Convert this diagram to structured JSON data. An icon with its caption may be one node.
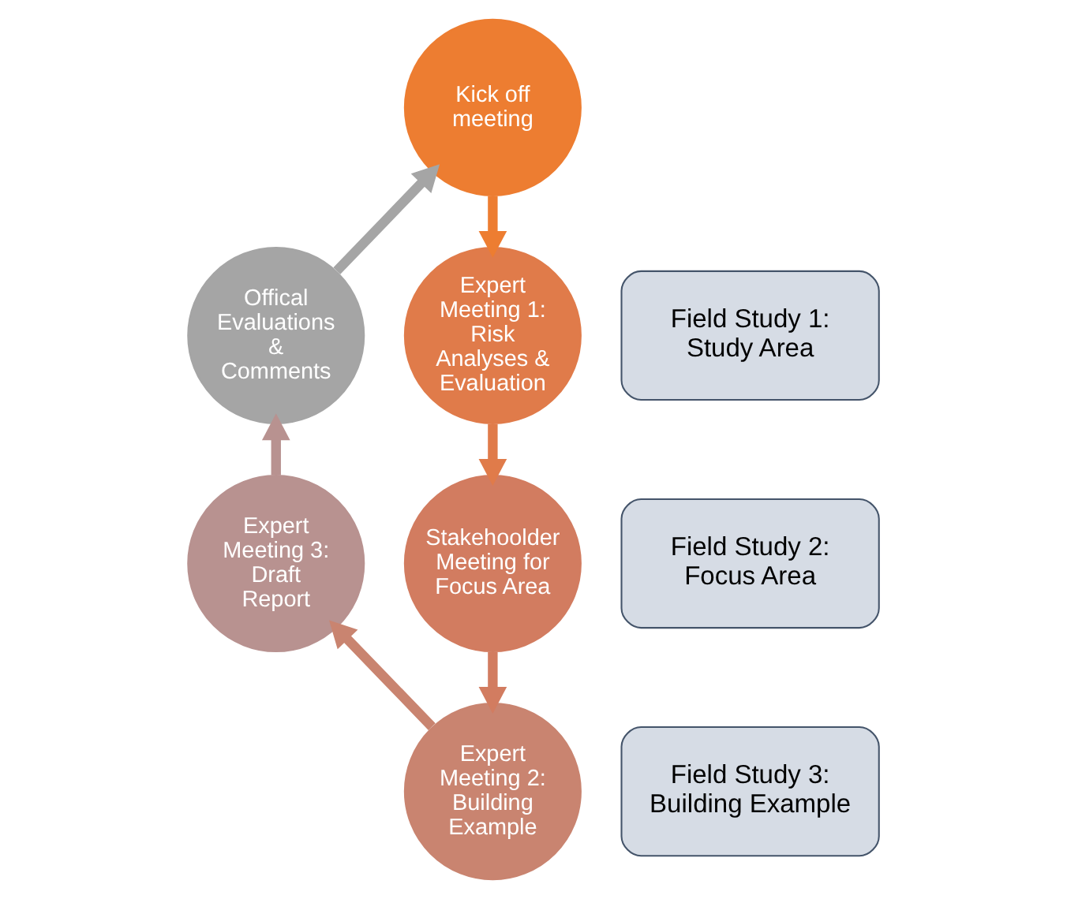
{
  "diagram": {
    "nodes": [
      {
        "text": [
          "Kick off meeting"
        ]
      },
      {
        "text": [
          "Expert Meeting 1: Risk Analyses & Evaluation"
        ]
      },
      {
        "text": [
          "Field Study 1: Study Area"
        ]
      },
      {
        "text": [
          "Stakehoolder Meeting for Focus Area"
        ]
      },
      {
        "text": [
          "Field Study 2: Focus Area"
        ]
      },
      {
        "text": [
          "Expert Meeting 2: Building Example"
        ]
      },
      {
        "text": [
          "Field Study 3: Building Example"
        ]
      },
      {
        "text": [
          "Expert Meeting 3: Draft Report"
        ]
      },
      {
        "text": [
          "Offical Evaluations & Comments"
        ]
      }
    ],
    "edges": [
      {
        "from": 0,
        "to": 1,
        "arrow": "to",
        "color": "#ed7d31"
      },
      {
        "from": 1,
        "to": 3,
        "arrow": "to",
        "color": "#e07b4a"
      },
      {
        "from": 3,
        "to": 5,
        "arrow": "to",
        "color": "#d27c60"
      },
      {
        "from": 5,
        "to": 7,
        "arrow": "to",
        "color": "#c98470"
      },
      {
        "from": 7,
        "to": 8,
        "arrow": "to",
        "color": "#b89290"
      },
      {
        "from": 8,
        "to": 0,
        "arrow": "to",
        "color": "#a5a5a5"
      }
    ]
  }
}
